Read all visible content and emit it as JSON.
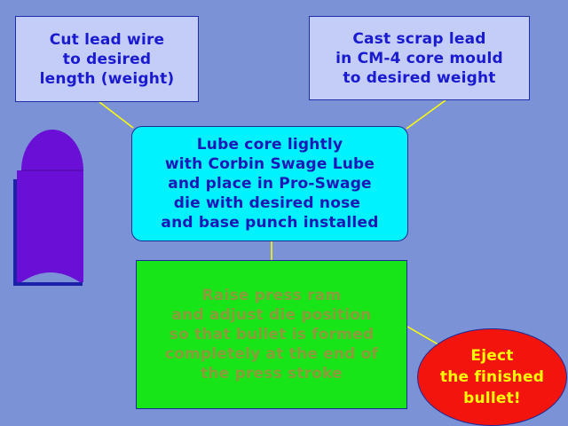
{
  "diagram": {
    "colors": {
      "background": "#7b93d6",
      "input_box_fill": "#c3cdf8",
      "input_box_text": "#1a1ad0",
      "lube_box_fill": "#00f2ff",
      "lube_box_text": "#1c18b8",
      "press_box_fill": "#18e518",
      "press_box_text": "#8d9a3c",
      "eject_fill": "#f4140e",
      "eject_text": "#ffff00",
      "connector": "#ffff00",
      "bullet_fill": "#6a0fd6"
    },
    "nodes": {
      "cut_wire": {
        "lines": [
          "Cut lead wire",
          "to desired",
          "length (weight)"
        ]
      },
      "cast_scrap": {
        "lines": [
          "Cast scrap lead",
          "in CM-4 core mould",
          "to desired weight"
        ]
      },
      "lube_core": {
        "lines": [
          "Lube core lightly",
          "with Corbin Swage Lube",
          "and place in Pro-Swage",
          "die with desired nose ",
          "and base punch installed"
        ]
      },
      "raise_press": {
        "lines": [
          "Raise press ram",
          "and adjust die position",
          "so that bullet is formed",
          "completely at the end of",
          "the press stroke"
        ]
      },
      "eject": {
        "lines": [
          "Eject",
          "the finished",
          "bullet!"
        ]
      }
    },
    "icons": {
      "bullet": "bullet-icon"
    }
  }
}
